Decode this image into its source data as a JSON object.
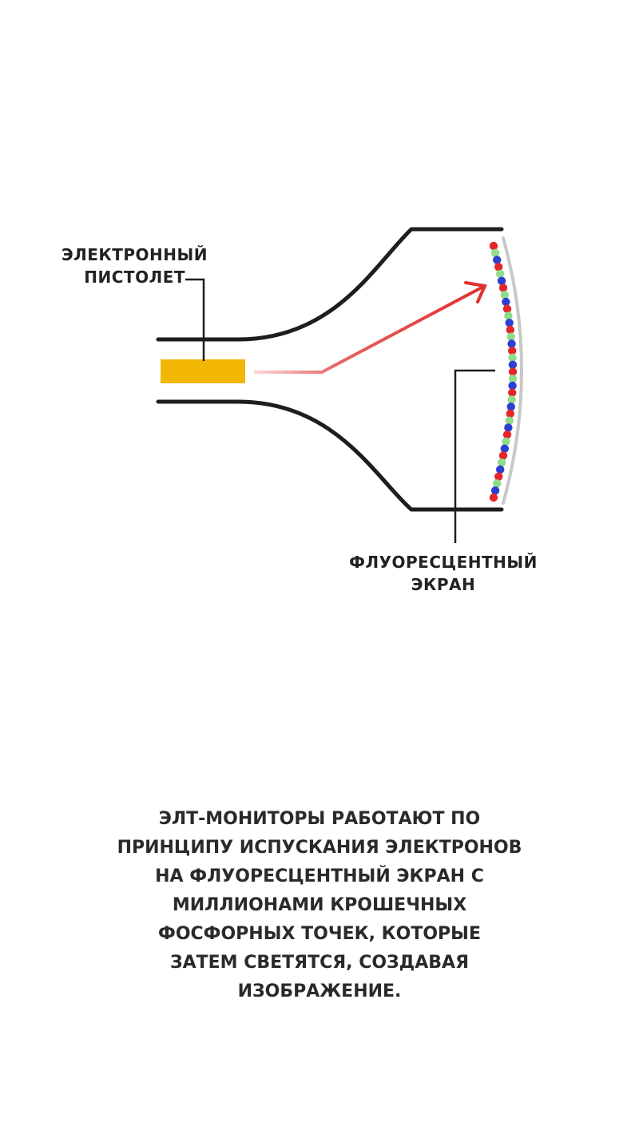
{
  "labels": {
    "electron_gun": [
      "ЭЛЕКТРОННЫЙ",
      "ПИСТОЛЕТ"
    ],
    "fluorescent_screen": [
      "ФЛУОРЕСЦЕНТНЫЙ",
      "ЭКРАН"
    ]
  },
  "caption": [
    "ЭЛТ-МОНИТОРЫ РАБОТАЮТ ПО",
    "ПРИНЦИПУ ИСПУСКАНИЯ ЭЛЕКТРОНОВ",
    "НА ФЛУОРЕСЦЕНТНЫЙ ЭКРАН С",
    "МИЛЛИОНАМИ КРОШЕЧНЫХ",
    "ФОСФОРНЫХ ТОЧЕК, КОТОРЫЕ",
    "ЗАТЕМ СВЕТЯТСЯ, СОЗДАВАЯ",
    "ИЗОБРАЖЕНИЕ."
  ],
  "colors": {
    "outline": "#1e1e1e",
    "gun": "#f2b705",
    "beam": "#e03030",
    "phosphor_red": "#e52628",
    "phosphor_green": "#8fdc8a",
    "phosphor_blue": "#2b3fd0",
    "glass": "#c8c8c8"
  }
}
